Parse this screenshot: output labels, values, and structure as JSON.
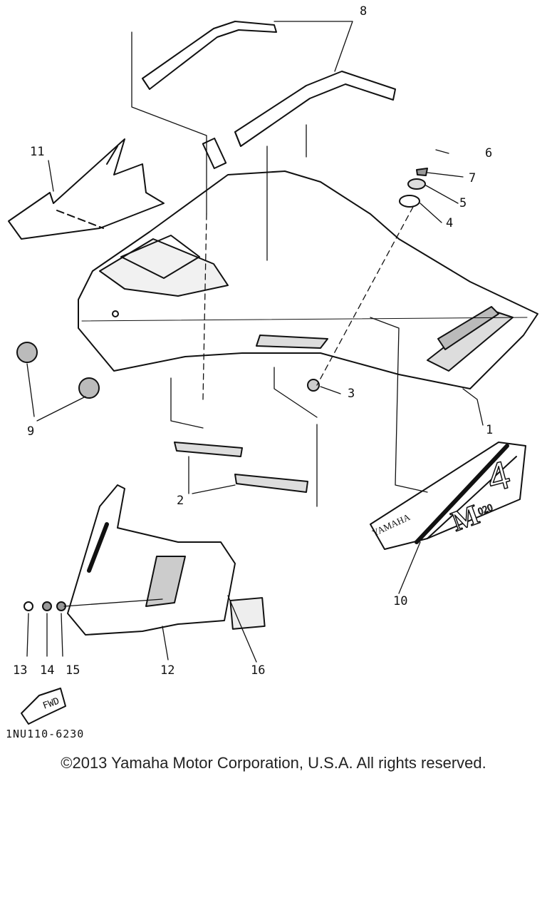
{
  "diagram": {
    "callouts": [
      {
        "id": "1",
        "label": "1"
      },
      {
        "id": "2",
        "label": "2"
      },
      {
        "id": "3",
        "label": "3"
      },
      {
        "id": "4",
        "label": "4"
      },
      {
        "id": "5",
        "label": "5"
      },
      {
        "id": "6",
        "label": "6"
      },
      {
        "id": "7",
        "label": "7"
      },
      {
        "id": "8",
        "label": "8"
      },
      {
        "id": "9",
        "label": "9"
      },
      {
        "id": "10",
        "label": "10"
      },
      {
        "id": "11",
        "label": "11"
      },
      {
        "id": "12",
        "label": "12"
      },
      {
        "id": "13",
        "label": "13"
      },
      {
        "id": "14",
        "label": "14"
      },
      {
        "id": "15",
        "label": "15"
      },
      {
        "id": "16",
        "label": "16"
      }
    ],
    "fwd_label": "FWD",
    "decal_brand": "YAMAHA",
    "decal_model": "M",
    "decal_number": "4",
    "decal_sub": "020",
    "diagram_code": "1NU110-6230"
  },
  "footer": {
    "copyright": "©2013 Yamaha Motor Corporation, U.S.A. All rights reserved."
  },
  "colors": {
    "ink": "#111111",
    "paper": "#ffffff",
    "shade": "#e3e3e3"
  }
}
